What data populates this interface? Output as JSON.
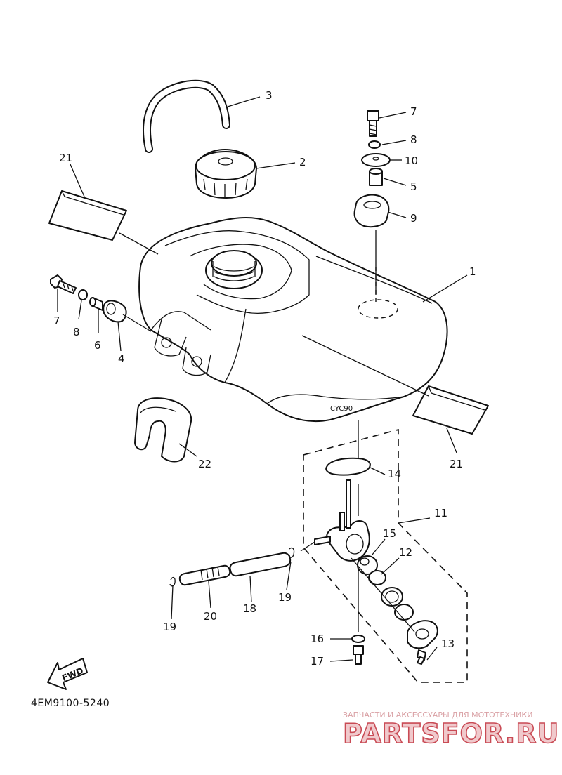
{
  "diagram": {
    "code": "4EM9100-5240",
    "fwd_label": "FWD",
    "labels": {
      "n1": "1",
      "n2": "2",
      "n3": "3",
      "n4": "4",
      "n5": "5",
      "n6": "6",
      "n7a": "7",
      "n7b": "7",
      "n8a": "8",
      "n8b": "8",
      "n9": "9",
      "n10": "10",
      "n11": "11",
      "n12": "12",
      "n13": "13",
      "n14": "14",
      "n15": "15",
      "n16": "16",
      "n17": "17",
      "n18": "18",
      "n19a": "19",
      "n19b": "19",
      "n20": "20",
      "n21a": "21",
      "n21b": "21",
      "n22": "22"
    }
  },
  "watermark": {
    "tagline": "ЗАПЧАСТИ И АКСЕССУАРЫ ДЛЯ МОТОТЕХНИКИ",
    "brand": "PARTSFOR.RU",
    "color": "#c94b55"
  }
}
